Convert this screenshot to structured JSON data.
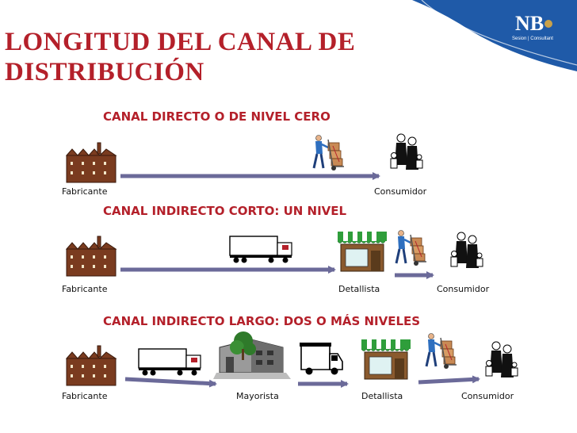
{
  "title": "LONGITUD DEL CANAL DE DISTRIBUCIÓN",
  "logo": {
    "text": "NB",
    "tagline": "Sesion | Consultant"
  },
  "colors": {
    "title": "#b4202a",
    "arrow": "#6b6a99",
    "factory": "#7a3b1f",
    "store_awning": "#2f9e3b",
    "logo_bg": "#1f5aa8"
  },
  "channels": [
    {
      "heading": "CANAL DIRECTO O DE NIVEL CERO",
      "labels": [
        "Fabricante",
        "Consumidor"
      ]
    },
    {
      "heading": "CANAL INDIRECTO CORTO: UN NIVEL",
      "labels": [
        "Fabricante",
        "Detallista",
        "Consumidor"
      ]
    },
    {
      "heading": "CANAL INDIRECTO LARGO: DOS O MÁS NIVELES",
      "labels": [
        "Fabricante",
        "Mayorista",
        "Detallista",
        "Consumidor"
      ]
    }
  ]
}
